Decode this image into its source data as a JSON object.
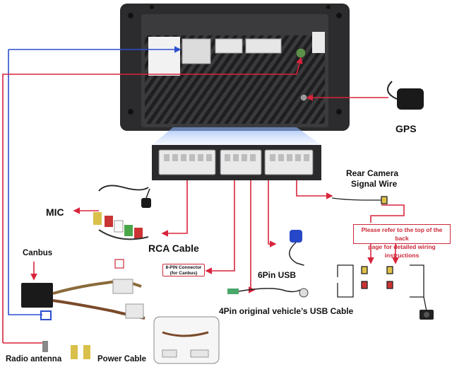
{
  "labels": {
    "gps": "GPS",
    "rear_camera_line1": "Rear Camera",
    "rear_camera_line2": "Signal Wire",
    "mic": "MIC",
    "rca_cable": "RCA Cable",
    "canbus": "Canbus",
    "pin8_line1": "8-PIN Connector",
    "pin8_line2": "(for Canbus)",
    "usb6": "6Pin USB",
    "usb4": "4Pin original vehicle’s USB Cable",
    "radio_antenna": "Radio antenna",
    "power_cable": "Power Cable",
    "note_line1": "Please refer to the top of the back",
    "note_line2": "page for detailed wiring instructions"
  },
  "colors": {
    "wire_red": "#d8243c",
    "wire_blue": "#2b4fcf",
    "unit_dark": "#2c2c2e",
    "note_red": "#cc2a3a"
  },
  "icons": [
    "gps-antenna-icon",
    "mic-icon",
    "usb-icon",
    "rear-camera-icon"
  ]
}
